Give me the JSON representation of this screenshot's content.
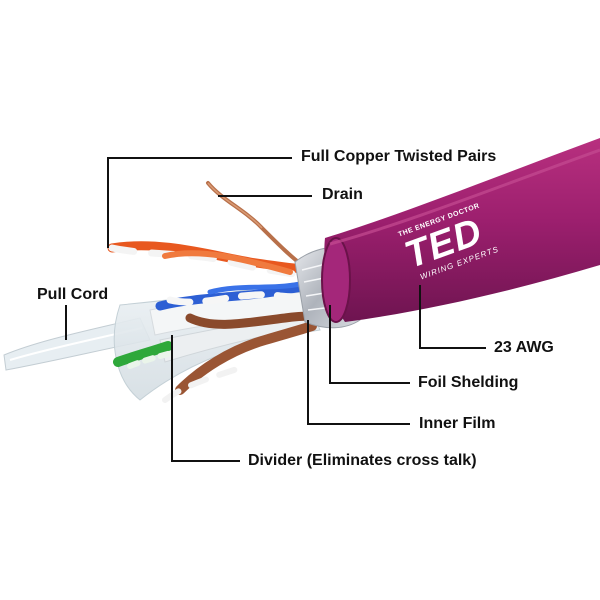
{
  "labels": {
    "full_copper_twisted_pairs": "Full Copper Twisted Pairs",
    "drain": "Drain",
    "pull_cord": "Pull Cord",
    "awg": "23 AWG",
    "foil_shielding": "Foil Shelding",
    "inner_film": "Inner Film",
    "divider": "Divider (Eliminates cross talk)"
  },
  "brand": {
    "top_text": "THE ENERGY DOCTOR",
    "logo": "TED",
    "bottom_text": "WIRING EXPERTS"
  },
  "colors": {
    "jacket": "#9c1f6e",
    "jacket_dark": "#7a1655",
    "foil": "#c9ccd2",
    "copper": "#b8704a",
    "orange_pair": "#e8581f",
    "blue_pair": "#2d5fd4",
    "green_pair": "#2ea83a",
    "brown_pair": "#8a4a2c",
    "leader_line": "#111111"
  }
}
